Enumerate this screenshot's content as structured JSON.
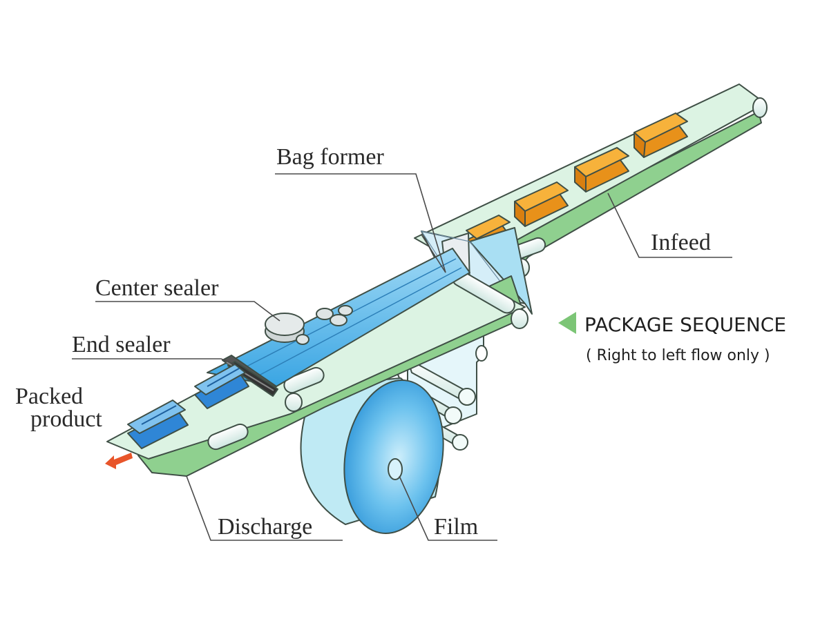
{
  "labels": {
    "bag_former": "Bag former",
    "center_sealer": "Center sealer",
    "end_sealer": "End sealer",
    "packed_product_line1": "Packed",
    "packed_product_line2": "product",
    "infeed": "Infeed",
    "discharge": "Discharge",
    "film": "Film"
  },
  "package_sequence": {
    "title": "PACKAGE SEQUENCE",
    "subtitle": "( Right to left flow only )"
  },
  "colors": {
    "conveyor_top": "#dcf3e3",
    "conveyor_side": "#8fd08f",
    "film": "#bfeaf4",
    "film_core": "#4fb0e6",
    "product": "#f5a623",
    "packed": "#2f86d6",
    "sealer": "#4a4a4a",
    "arrow_green": "#7cc576",
    "discharge_arrow": "#e8552a"
  },
  "icons": {
    "sequence_arrow": "left-triangle",
    "discharge_arrow": "arrow-left"
  }
}
